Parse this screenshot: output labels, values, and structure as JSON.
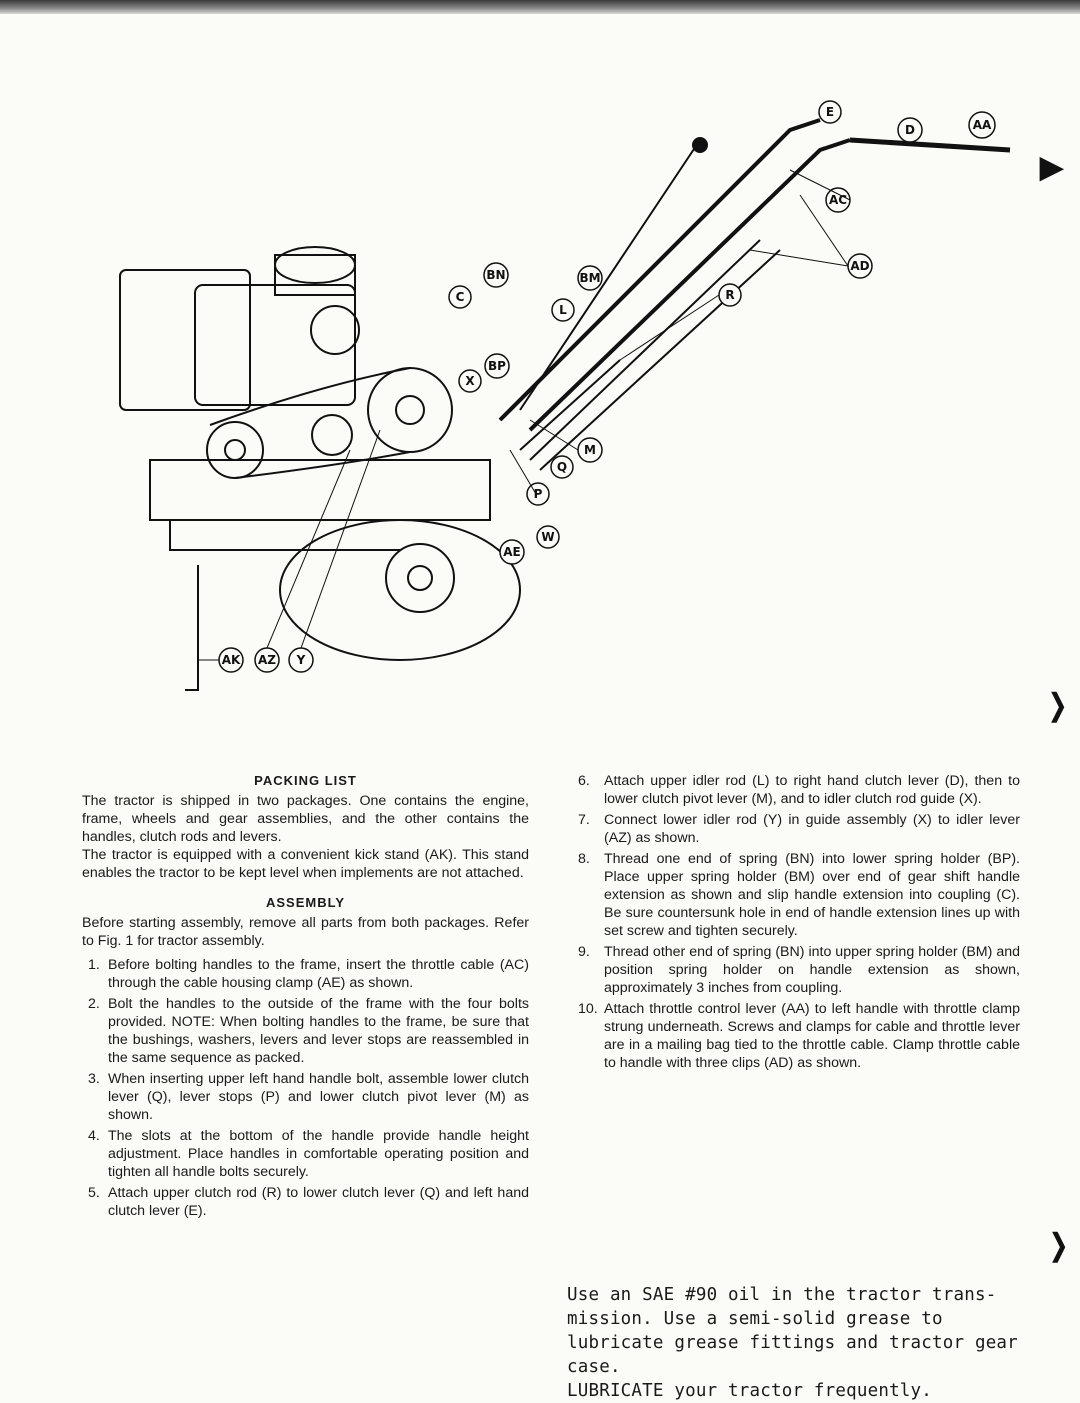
{
  "figure": {
    "callouts": [
      "E",
      "D",
      "AA",
      "AC",
      "AD",
      "BN",
      "BM",
      "C",
      "L",
      "R",
      "X",
      "BP",
      "M",
      "Q",
      "P",
      "W",
      "AE",
      "AK",
      "AZ",
      "Y"
    ]
  },
  "packing": {
    "heading": "PACKING LIST",
    "paragraphs": [
      "The tractor is shipped in two packages. One contains the engine, frame, wheels and gear assemblies, and the other contains the handles, clutch rods and levers.",
      "The tractor is equipped with a convenient kick stand (AK). This stand enables the tractor to be kept level when implements are not attached."
    ]
  },
  "assembly": {
    "heading": "ASSEMBLY",
    "intro": "Before starting assembly, remove all parts from both packages. Refer to Fig. 1 for tractor assembly.",
    "steps": [
      {
        "num": "1.",
        "text": "Before bolting handles to the frame, insert the throttle cable (AC) through the cable housing clamp (AE) as shown."
      },
      {
        "num": "2.",
        "text": "Bolt the handles to the outside of the frame with the four bolts provided. NOTE: When bolting handles to the frame, be sure that the bushings, washers, levers and lever stops are reassembled in the same sequence as packed."
      },
      {
        "num": "3.",
        "text": "When inserting upper left hand handle bolt, assemble lower clutch lever (Q), lever stops (P) and lower clutch pivot lever (M) as shown."
      },
      {
        "num": "4.",
        "text": "The slots at the bottom of the handle provide handle height adjustment. Place handles in comfortable operating position and tighten all handle bolts securely."
      },
      {
        "num": "5.",
        "text": "Attach upper clutch rod (R) to lower clutch lever (Q) and left hand clutch lever (E)."
      }
    ],
    "steps_right": [
      {
        "num": "6.",
        "text": "Attach upper idler rod (L) to right hand clutch lever (D), then to lower clutch pivot lever (M), and to idler clutch rod guide (X)."
      },
      {
        "num": "7.",
        "text": "Connect lower idler rod (Y) in guide assembly (X) to idler lever (AZ) as shown."
      },
      {
        "num": "8.",
        "text": "Thread one end of spring (BN) into lower spring holder (BP). Place upper spring holder (BM) over end of gear shift handle extension as shown and slip handle extension into coupling (C). Be sure countersunk hole in end of handle extension lines up with set screw and tighten securely."
      },
      {
        "num": "9.",
        "text": "Thread other end of spring (BN) into upper spring holder (BM) and position spring holder on handle extension as shown, approximately 3 inches from coupling."
      },
      {
        "num": "10.",
        "text": "Attach throttle control lever (AA) to left handle with throttle clamp strung underneath. Screws and clamps for cable and throttle lever are in a mailing bag tied to the throttle cable. Clamp throttle cable to handle with three clips (AD) as shown."
      }
    ]
  },
  "lubrication": {
    "lines": [
      "Use an SAE #90 oil in the tractor trans-",
      "mission. Use a semi-solid grease to",
      "lubricate grease fittings and tractor gear case.",
      "LUBRICATE your tractor frequently."
    ]
  }
}
